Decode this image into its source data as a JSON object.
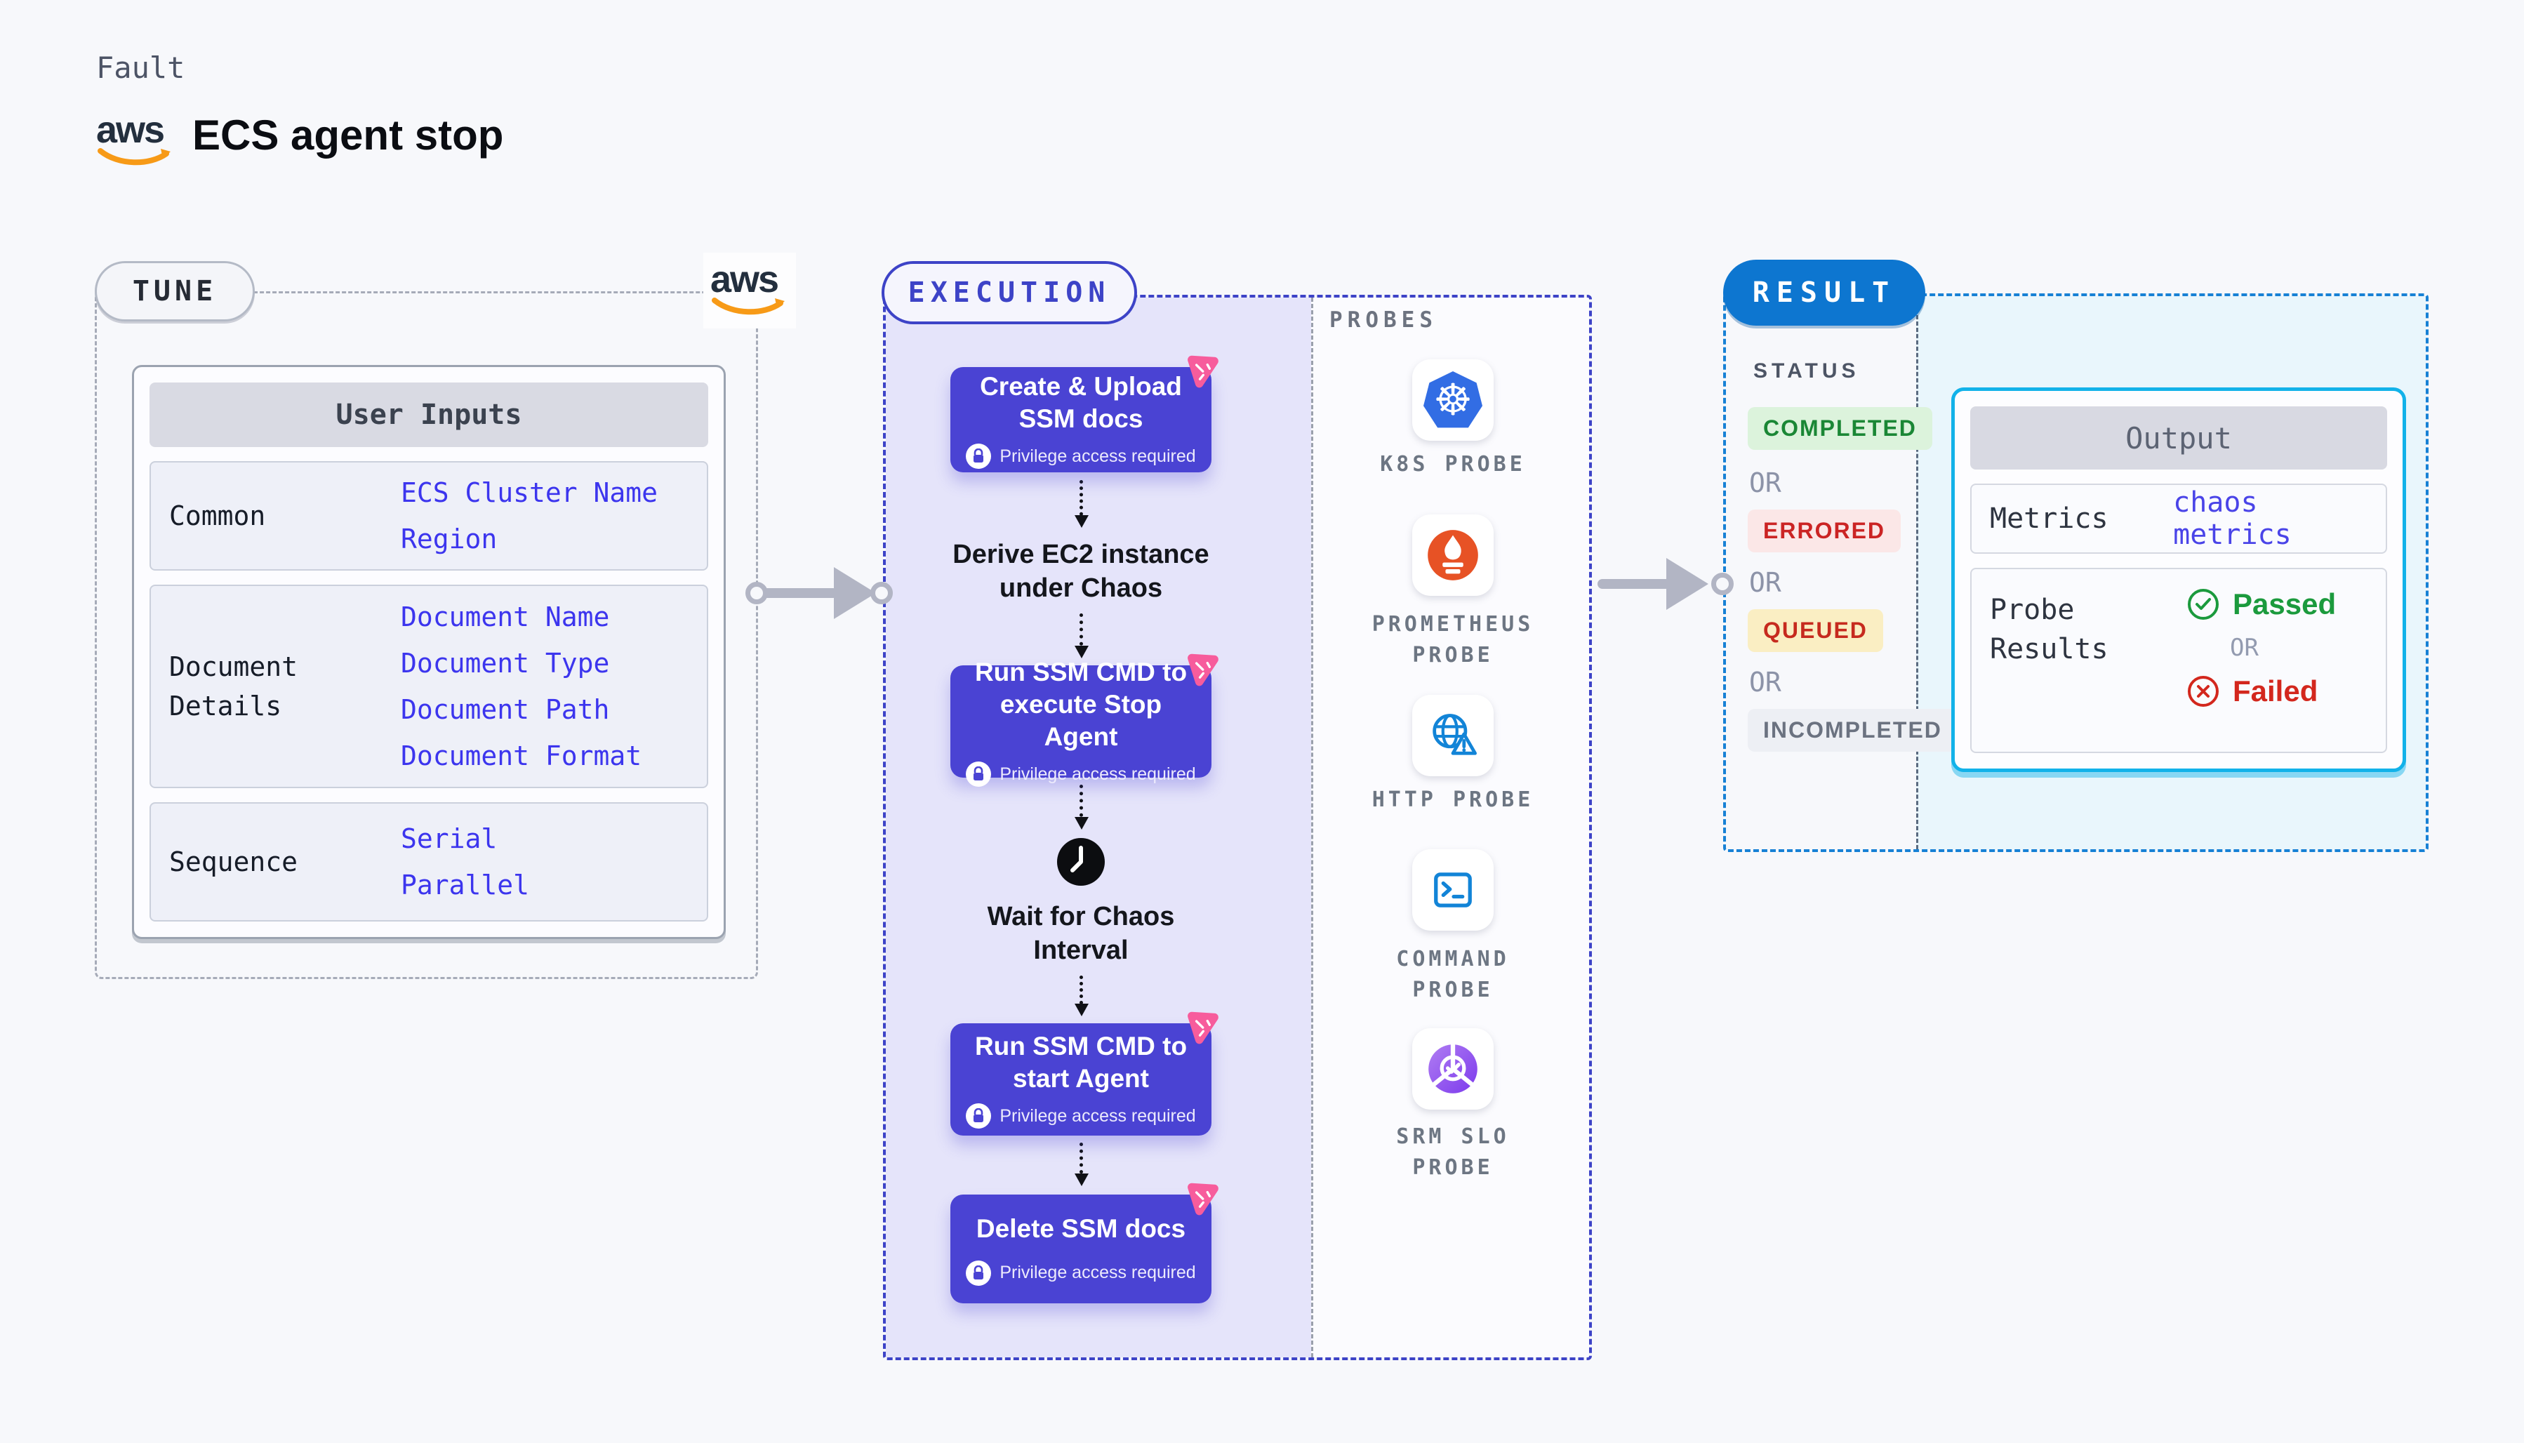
{
  "colors": {
    "page_bg": "#f7f8fb",
    "node_purple": "#4a43d3",
    "execution_zone": "#e5e4fa",
    "execution_border": "#3d43c7",
    "chaos_pink": "#f75c9c",
    "tune_border": "#a6abb8",
    "link_blue": "#3c35ee",
    "arrow_gray": "#b2b5c4",
    "result_blue": "#0d76d0",
    "result_border": "#1781d5",
    "result_zone": "#e9f6fc",
    "output_border": "#12b2e9",
    "completed_green": "#1a8735",
    "errored_red": "#cb2424",
    "queued_yellow_bg": "#faeec3",
    "incompleted_gray": "#6b7280",
    "passed_green": "#1b9a3d",
    "failed_red": "#d3271d",
    "kubernetes_blue": "#326de4",
    "prometheus_orange": "#e75225",
    "aws_navy": "#232f3e",
    "aws_orange": "#f79a17"
  },
  "header": {
    "eyebrow": "Fault",
    "title": "ECS agent stop"
  },
  "aws": {
    "text": "aws"
  },
  "tune": {
    "label": "TUNE",
    "user_inputs": {
      "title": "User Inputs",
      "rows": [
        {
          "label": "Common",
          "values": [
            "ECS Cluster Name",
            "Region"
          ]
        },
        {
          "label": "Document Details",
          "values": [
            "Document Name",
            "Document Type",
            "Document Path",
            "Document Format"
          ]
        },
        {
          "label": "Sequence",
          "values": [
            "Serial",
            "Parallel"
          ]
        }
      ]
    }
  },
  "execution": {
    "label": "EXECUTION",
    "steps": {
      "node1": {
        "title": "Create & Upload SSM docs",
        "badge": "Privilege access required"
      },
      "text1": "Derive EC2 instance under Chaos",
      "node2": {
        "title": "Run SSM CMD to execute Stop Agent",
        "badge": "Privilege access required"
      },
      "wait": "Wait for Chaos Interval",
      "node3": {
        "title": "Run SSM CMD to start Agent",
        "badge": "Privilege access required"
      },
      "node4": {
        "title": "Delete SSM docs",
        "badge": "Privilege access required"
      }
    },
    "probes": {
      "heading": "PROBES",
      "items": [
        {
          "label": "K8S PROBE",
          "icon": "kubernetes-icon"
        },
        {
          "label": "PROMETHEUS PROBE",
          "icon": "prometheus-icon"
        },
        {
          "label": "HTTP PROBE",
          "icon": "http-globe-icon"
        },
        {
          "label": "COMMAND PROBE",
          "icon": "terminal-icon"
        },
        {
          "label": "SRM SLO PROBE",
          "icon": "slo-check-icon"
        }
      ]
    }
  },
  "result": {
    "label": "RESULT",
    "status": {
      "heading": "STATUS",
      "items": [
        {
          "text": "COMPLETED"
        },
        {
          "text": "OR"
        },
        {
          "text": "ERRORED"
        },
        {
          "text": "OR"
        },
        {
          "text": "QUEUED"
        },
        {
          "text": "OR"
        },
        {
          "text": "INCOMPLETED"
        }
      ]
    },
    "output": {
      "title": "Output",
      "metrics_label": "Metrics",
      "metrics_value": "chaos metrics",
      "probe_results_label": "Probe Results",
      "passed": "Passed",
      "or": "OR",
      "failed": "Failed"
    }
  }
}
